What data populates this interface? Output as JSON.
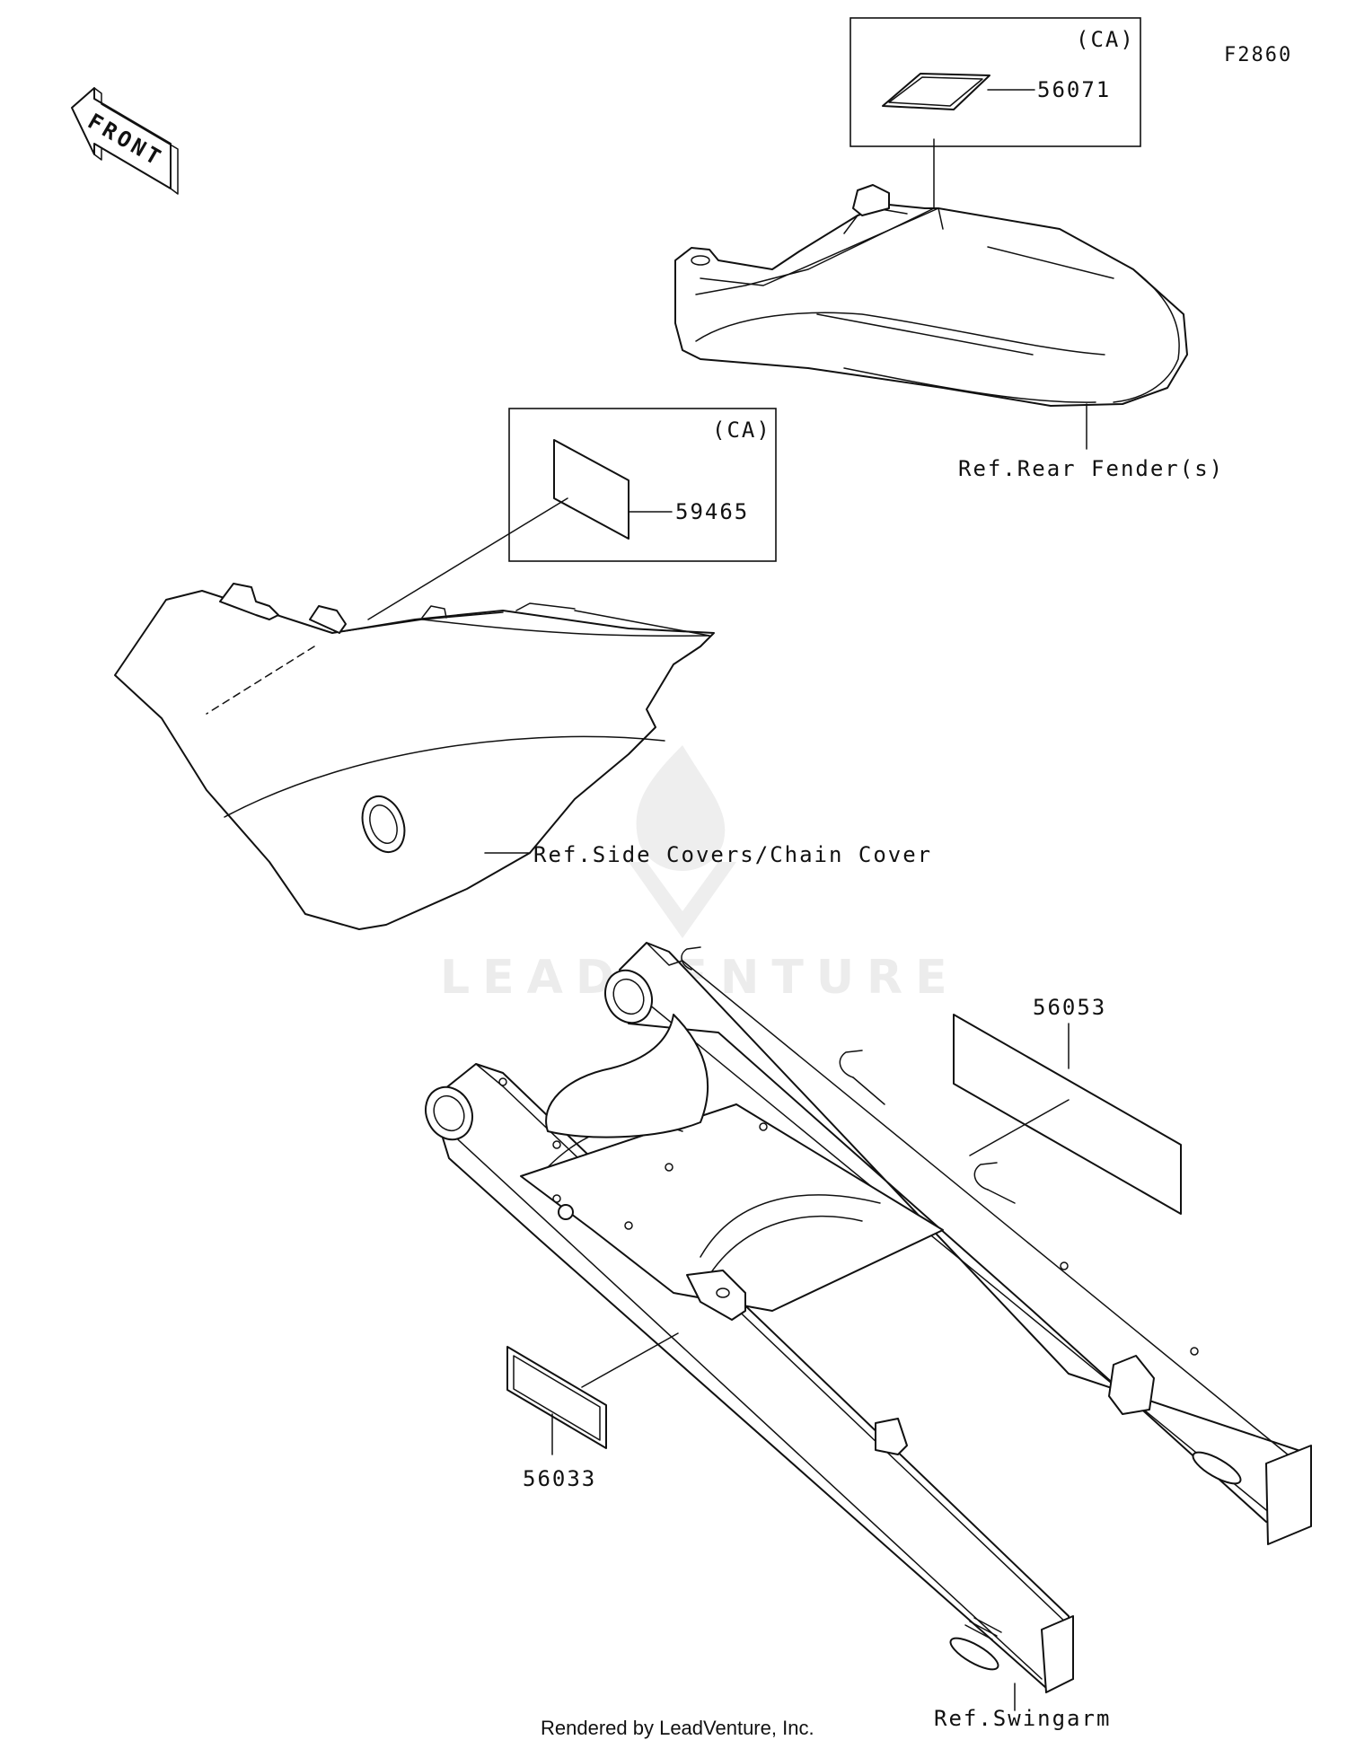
{
  "figure_code": "F2860",
  "front_arrow": {
    "label": "FRONT"
  },
  "callouts": {
    "rear_fender_label": {
      "part_number": "56071",
      "region": "(CA)"
    },
    "side_cover_label": {
      "part_number": "59465",
      "region": "(CA)"
    },
    "swingarm_label_right": {
      "part_number": "56053"
    },
    "swingarm_label_left": {
      "part_number": "56033"
    }
  },
  "references": {
    "rear_fender": "Ref.Rear Fender(s)",
    "side_covers": "Ref.Side Covers/Chain Cover",
    "swingarm": "Ref.Swingarm"
  },
  "watermark": "LEADVENTURE",
  "footer": "Rendered by LeadVenture, Inc."
}
